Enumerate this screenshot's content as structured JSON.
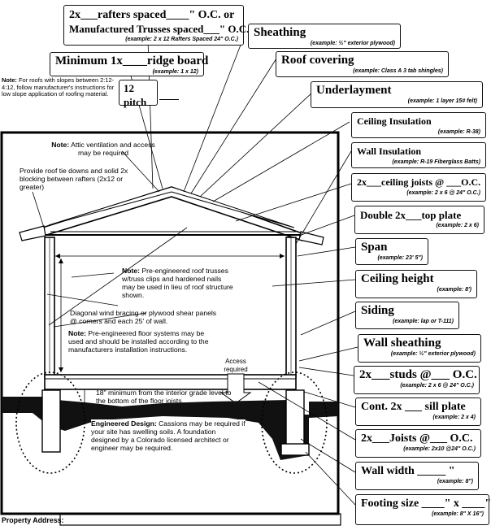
{
  "callouts": {
    "rafters": {
      "line1": "2x___rafters spaced____\" O.C. or",
      "line2": "Manufactured Trusses spaced___\" O.C.",
      "example": "(example: 2 x 12 Rafters Spaced 24\" O.C.)"
    },
    "ridge": {
      "label": "Minimum 1x____ridge board",
      "example": "(example: 1 x 12)"
    },
    "sheathing": {
      "label": "Sheathing",
      "example": "(example: ½\" exterior plywood)"
    },
    "roof_covering": {
      "label": "Roof covering",
      "example": "(example: Class A 3 tab shingles)"
    },
    "underlayment": {
      "label": "Underlayment",
      "example": "(example: 1 layer 15# felt)"
    },
    "ceiling_insulation": {
      "label": "Ceiling Insulation",
      "example": "(example: R-38)"
    },
    "wall_insulation": {
      "label": "Wall Insulation",
      "example": "(example: R-19 Fiberglass Batts)"
    },
    "ceiling_joists": {
      "label": "2x___ceiling joists @ ___O.C.",
      "example": "(example: 2 x 6 @ 24\" O.C.)"
    },
    "top_plate": {
      "label": "Double 2x___top plate",
      "example": "(example: 2 x 6)"
    },
    "span": {
      "label": "Span",
      "example": "(example: 23' 5\")"
    },
    "ceiling_height": {
      "label": "Ceiling height",
      "example": "(example: 8')"
    },
    "siding": {
      "label": "Siding",
      "example": "(example: lap or T-111)"
    },
    "wall_sheathing": {
      "label": "Wall sheathing",
      "example": "(example: ½\" exterior plywood)"
    },
    "studs": {
      "label": "2x___studs @___ O.C.",
      "example": "(example: 2 x 6 @ 24\" O.C.)"
    },
    "sill_plate": {
      "label": "Cont. 2x ___ sill plate",
      "example": "(example: 2 x 4)"
    },
    "joists": {
      "label": "2x___Joists @___ O.C.",
      "example": "(example: 2x10 @24\" O.C.)"
    },
    "wall_width": {
      "label": "Wall width _____ \"",
      "example": "(example: 8\")"
    },
    "footing_size": {
      "label": "Footing size ____\" x ____\"",
      "example": "(example: 8\" X 16\")"
    }
  },
  "pitch": {
    "rise": "12",
    "label": "pitch"
  },
  "notes": {
    "low_slope_title": "Note:",
    "low_slope": "For roofs with slopes between 2:12-4:12, follow manufacturer's instructions for low slope application of roofing material.",
    "attic_title": "Note:",
    "attic": "Attic ventilation and access may be required",
    "tie_downs": "Provide roof tie downs and solid 2x blocking between rafters (2x12 or greater)",
    "trusses_title": "Note:",
    "trusses": "Pre-engineered roof trusses w/truss clips and hardened nails may be used in lieu of roof structure shown.",
    "bracing": "Diagonal wind bracing or plywood shear panels @ corners and each 25' of wall.",
    "floor_title": "Note:",
    "floor": "Pre-engineered floor systems may be used and should be installed according to the manufacturers installation instructions.",
    "access": "Access required",
    "grade": "18\" minimum from the interior grade level to the bottom of the floor joists.",
    "engineered_title": "Engineered Design:",
    "engineered": "Cassions may be required if your site has swelling soils. A foundation designed by a Colorado licensed architect or engineer may be required."
  },
  "property_address": {
    "label": "Property Address:",
    "value": ""
  }
}
